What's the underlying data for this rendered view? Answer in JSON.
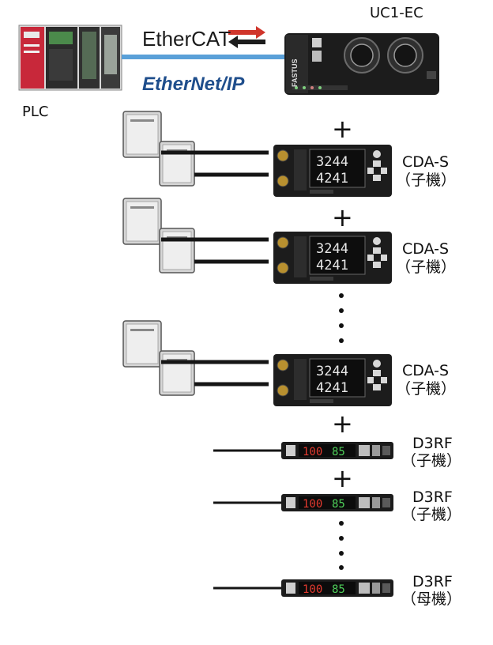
{
  "plc": {
    "label": "PLC"
  },
  "controller": {
    "label": "UC1-EC",
    "brand": "FASTUS"
  },
  "protocols": {
    "ethercat": "EtherCAT",
    "ethernetip": "EtherNet/IP"
  },
  "plus_sign": "+",
  "cda_units": [
    {
      "model": "CDA-S",
      "role": "（子機）",
      "display_top": "3244",
      "display_bottom": "4241"
    },
    {
      "model": "CDA-S",
      "role": "（子機）",
      "display_top": "3244",
      "display_bottom": "4241"
    },
    {
      "model": "CDA-S",
      "role": "（子機）",
      "display_top": "3244",
      "display_bottom": "4241"
    }
  ],
  "d3rf_units": [
    {
      "model": "D3RF",
      "role": "（子機）",
      "display_red": "100",
      "display_green": "85"
    },
    {
      "model": "D3RF",
      "role": "（子機）",
      "display_red": "100",
      "display_green": "85"
    },
    {
      "model": "D3RF",
      "role": "（母機）",
      "display_red": "100",
      "display_green": "85"
    }
  ],
  "colors": {
    "link_line": "#5aa0d8",
    "ethercat_arrow": "#d0352b",
    "ethernetip_text": "#1f4e8c",
    "device_body": "#1c1c1c",
    "plc_red": "#c8283a"
  }
}
